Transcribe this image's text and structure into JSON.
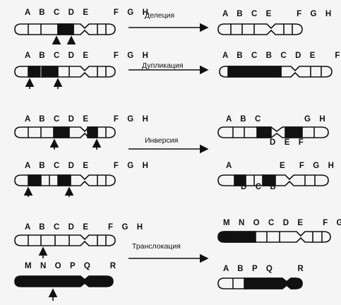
{
  "colors": {
    "background": "#f5f5f5",
    "ink": "#111111"
  },
  "mutations": [
    {
      "name": "Делеция",
      "before": "A B C D E    F G H",
      "after": "A B C E    F G H"
    },
    {
      "name": "Дупликация",
      "before": "A B C D E    F G H",
      "after": "A B C B C D E   F G H"
    },
    {
      "name": "Инверсия",
      "before_top": "A B C D E    F G H",
      "before_bottom": "A B C D E    F G H",
      "after_top_left": "A B C",
      "after_top_right": "G H",
      "after_top_below": "D E F",
      "after_bottom_left": "A",
      "after_bottom_right": "E  F G H",
      "after_bottom_below": "D C B"
    },
    {
      "name": "Транслокация",
      "before_top": "A B C D E   F G H",
      "before_bottom": "M N O P Q   R",
      "after_top": "M N O C D E   F G H",
      "after_bottom": "A B P Q    R"
    }
  ]
}
